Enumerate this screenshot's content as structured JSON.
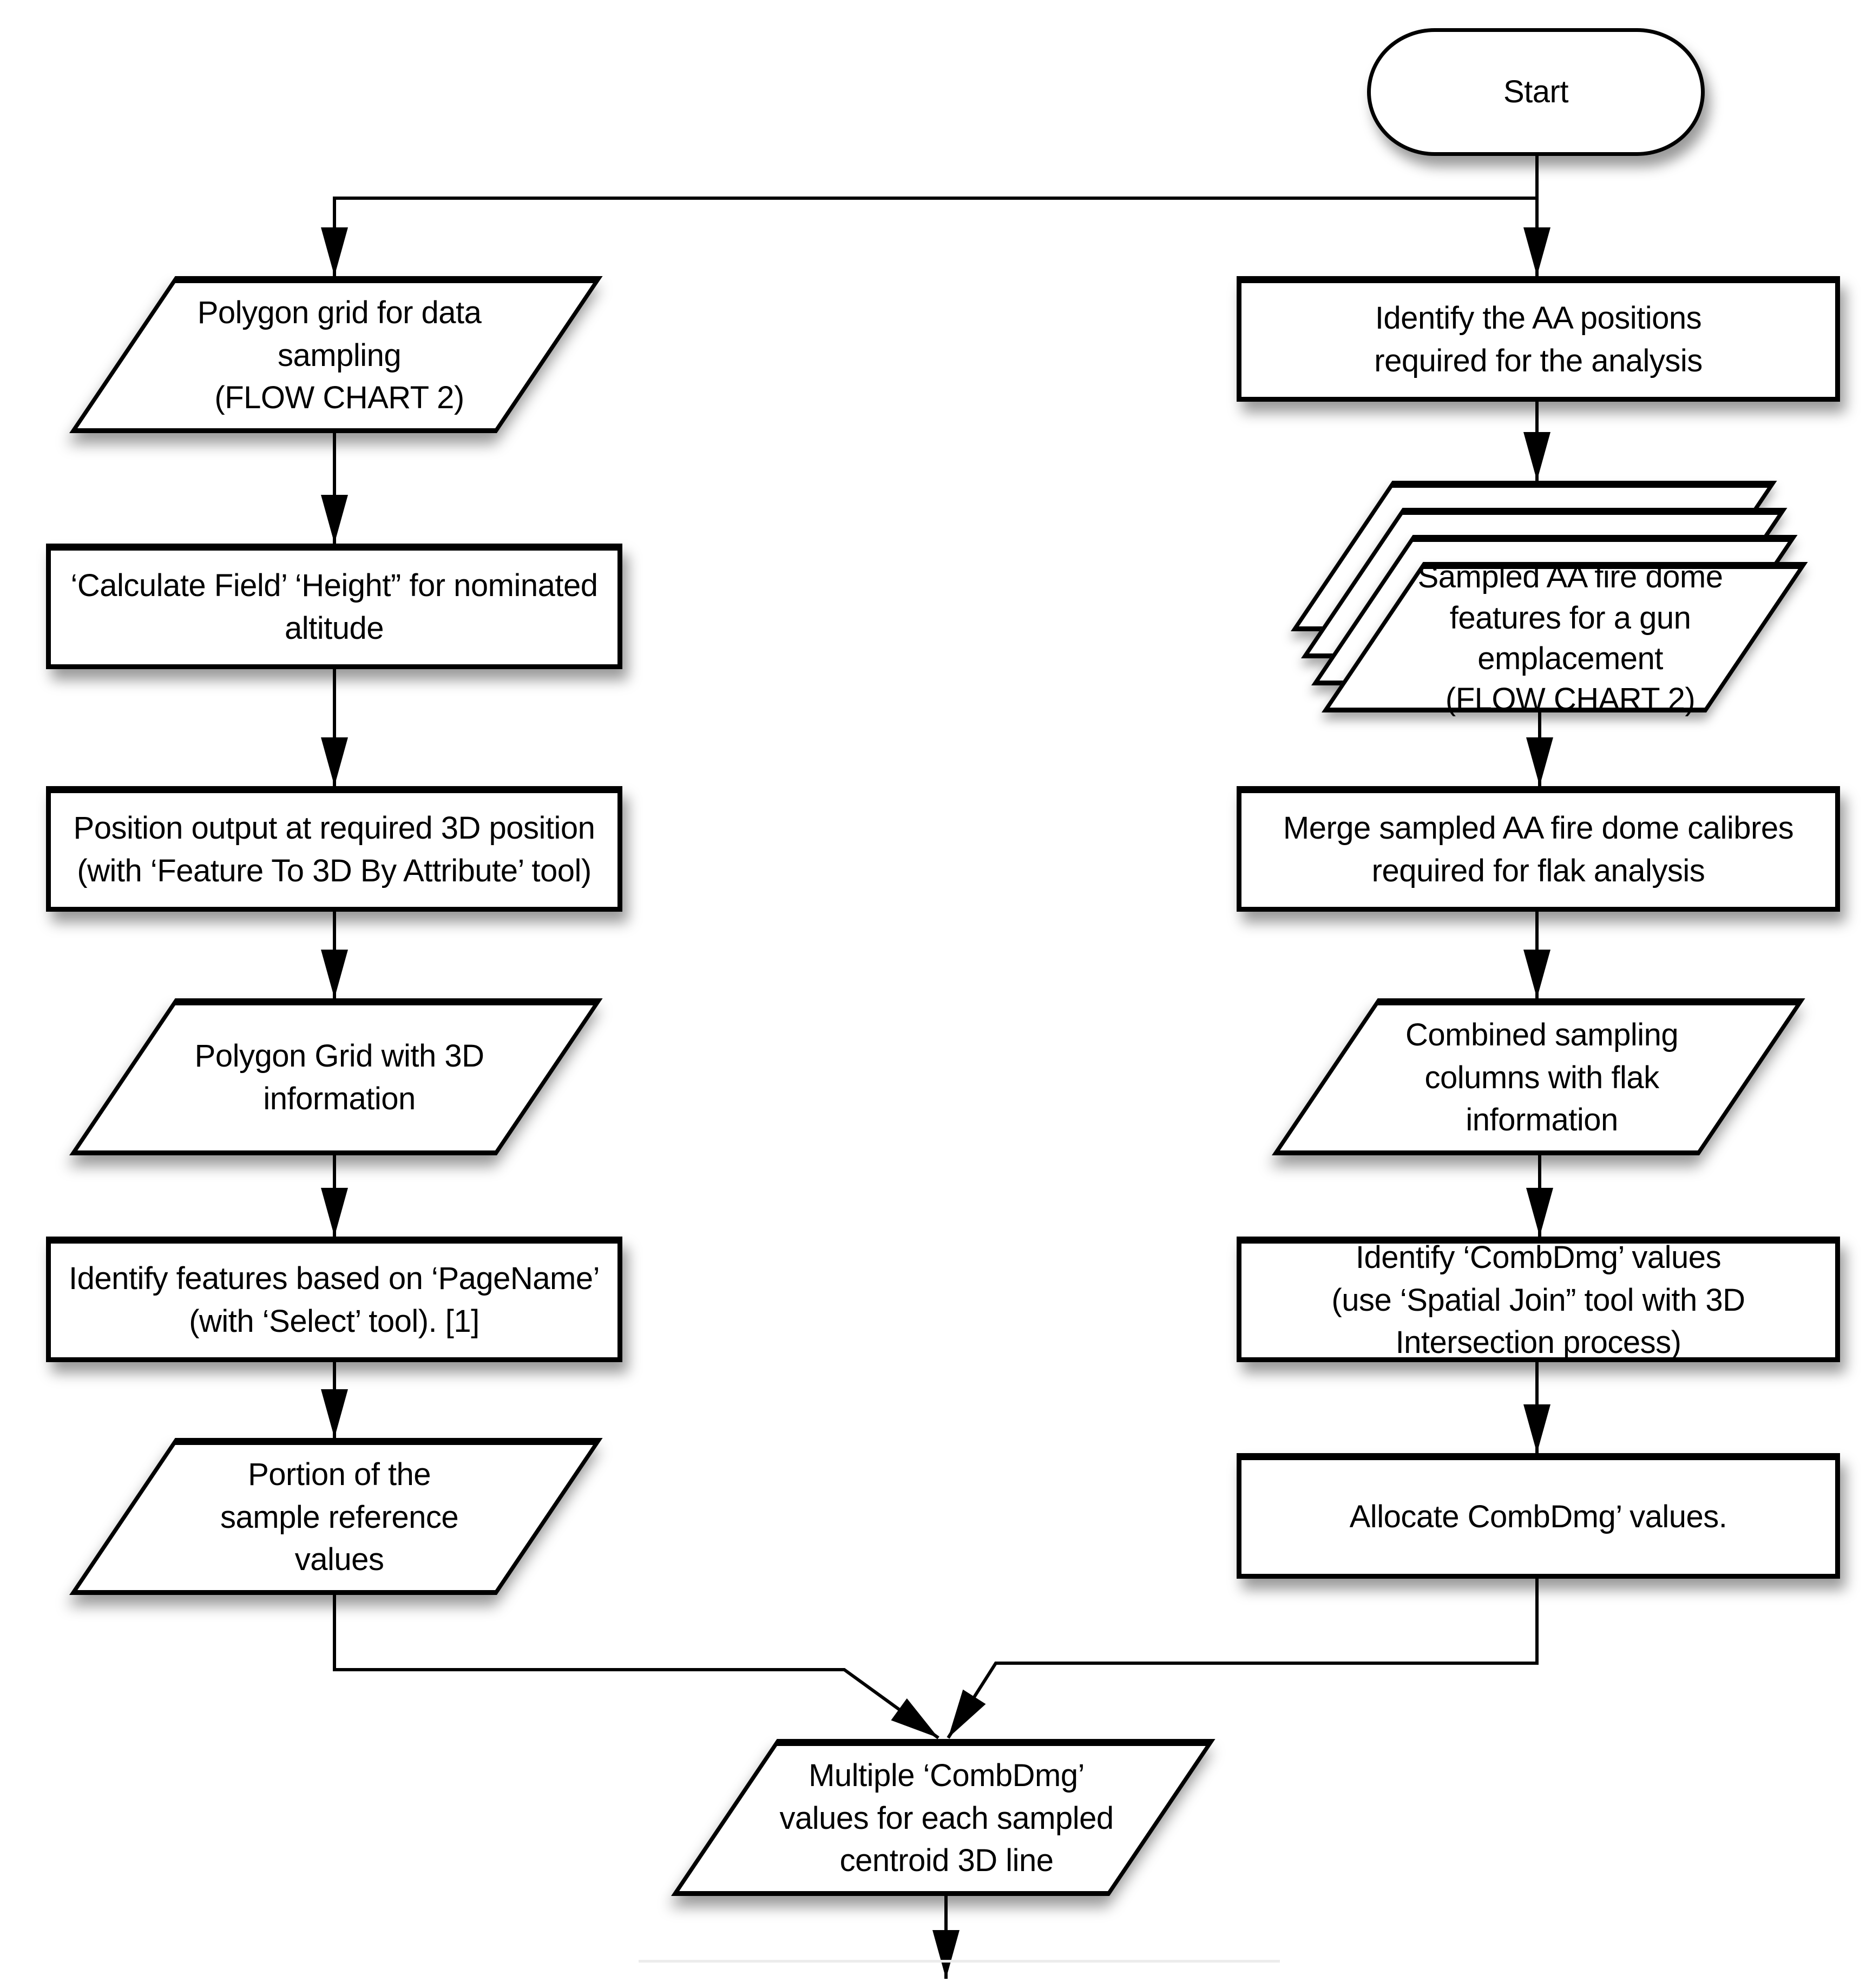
{
  "diagram": {
    "type": "flowchart",
    "colors": {
      "stroke": "#000000",
      "fill": "#ffffff",
      "shadow": "rgba(0,0,0,0.4)",
      "faint_line": "#ececec"
    }
  },
  "nodes": {
    "start": {
      "id": "start",
      "shape": "terminator",
      "label": "Start"
    },
    "left": [
      {
        "id": "polygon-grid-data-sampling",
        "shape": "parallelogram",
        "label": "Polygon grid for data\nsampling\n(FLOW CHART 2)"
      },
      {
        "id": "calculate-field-height",
        "shape": "process",
        "label": "‘Calculate Field’ ‘Height” for nominated\naltitude"
      },
      {
        "id": "position-output-3d",
        "shape": "process",
        "label": "Position output at required 3D position\n(with ‘Feature To 3D By Attribute’ tool)"
      },
      {
        "id": "polygon-grid-3d-information",
        "shape": "parallelogram",
        "label": "Polygon Grid with 3D\ninformation"
      },
      {
        "id": "identify-features-pagename",
        "shape": "process",
        "label": "Identify features based on ‘PageName’\n(with ‘Select’ tool). [1]"
      },
      {
        "id": "portion-sample-reference-values",
        "shape": "parallelogram",
        "label": "Portion of the\nsample reference\nvalues"
      }
    ],
    "right": [
      {
        "id": "identify-aa-positions",
        "shape": "process",
        "label": "Identify the AA positions\nrequired for the analysis"
      },
      {
        "id": "sampled-aa-fire-dome",
        "shape": "multi-parallelogram",
        "label": "Sampled AA fire dome\nfeatures for a gun\nemplacement\n(FLOW CHART 2)"
      },
      {
        "id": "merge-sampled-aa-calibres",
        "shape": "process",
        "label": "Merge sampled AA fire dome calibres\nrequired for flak analysis"
      },
      {
        "id": "combined-sampling-columns",
        "shape": "parallelogram",
        "label": "Combined sampling\ncolumns with flak\ninformation"
      },
      {
        "id": "identify-combdmg-values",
        "shape": "process",
        "label": "Identify ‘CombDmg’ values\n(use ‘Spatial Join” tool with 3D\nIntersection process)"
      },
      {
        "id": "allocate-combdmg-values",
        "shape": "process",
        "label": "Allocate CombDmg’ values."
      }
    ],
    "bottom": {
      "id": "multiple-combdmg-values",
      "shape": "parallelogram",
      "label": "Multiple ‘CombDmg’\nvalues for each sampled\ncentroid 3D line"
    }
  }
}
